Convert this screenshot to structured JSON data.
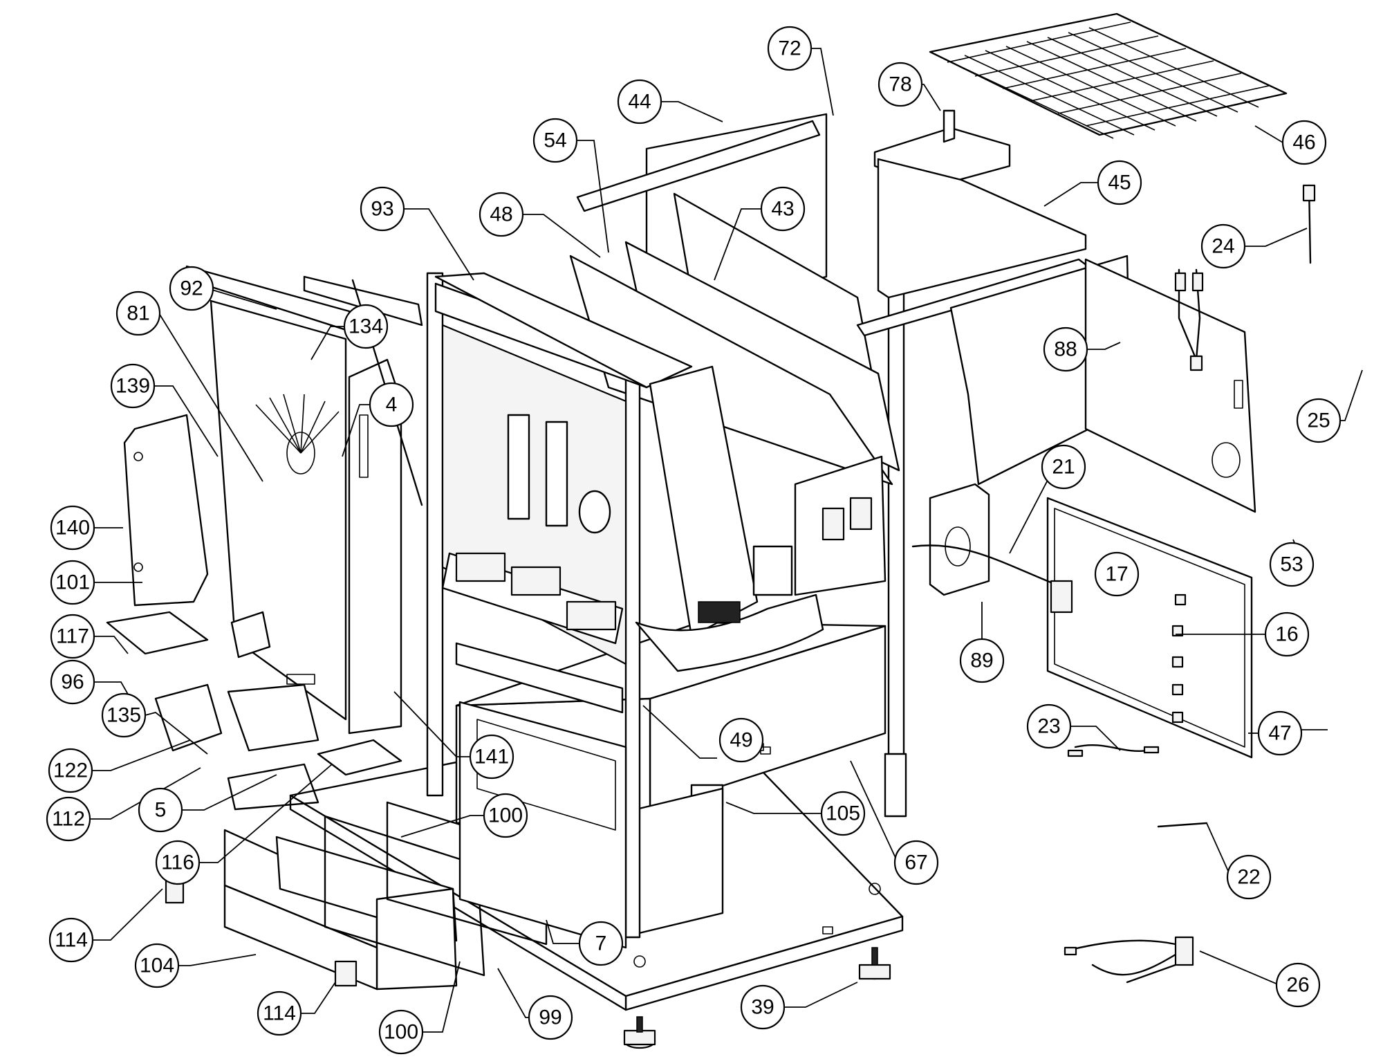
{
  "labels": [
    {
      "id": "72",
      "text": "72"
    },
    {
      "id": "44",
      "text": "44"
    },
    {
      "id": "78",
      "text": "78"
    },
    {
      "id": "46",
      "text": "46"
    },
    {
      "id": "54",
      "text": "54"
    },
    {
      "id": "45",
      "text": "45"
    },
    {
      "id": "93",
      "text": "93"
    },
    {
      "id": "48",
      "text": "48"
    },
    {
      "id": "43",
      "text": "43"
    },
    {
      "id": "24",
      "text": "24"
    },
    {
      "id": "92",
      "text": "92"
    },
    {
      "id": "81",
      "text": "81"
    },
    {
      "id": "134",
      "text": "134"
    },
    {
      "id": "88",
      "text": "88"
    },
    {
      "id": "139",
      "text": "139"
    },
    {
      "id": "4",
      "text": "4"
    },
    {
      "id": "25",
      "text": "25"
    },
    {
      "id": "21",
      "text": "21"
    },
    {
      "id": "140",
      "text": "140"
    },
    {
      "id": "53",
      "text": "53"
    },
    {
      "id": "17",
      "text": "17"
    },
    {
      "id": "101",
      "text": "101"
    },
    {
      "id": "117",
      "text": "117"
    },
    {
      "id": "16",
      "text": "16"
    },
    {
      "id": "89",
      "text": "89"
    },
    {
      "id": "96",
      "text": "96"
    },
    {
      "id": "135",
      "text": "135"
    },
    {
      "id": "49",
      "text": "49"
    },
    {
      "id": "23",
      "text": "23"
    },
    {
      "id": "47",
      "text": "47"
    },
    {
      "id": "141",
      "text": "141"
    },
    {
      "id": "122",
      "text": "122"
    },
    {
      "id": "112",
      "text": "112"
    },
    {
      "id": "5",
      "text": "5"
    },
    {
      "id": "105",
      "text": "105"
    },
    {
      "id": "100a",
      "text": "100"
    },
    {
      "id": "116",
      "text": "116"
    },
    {
      "id": "67",
      "text": "67"
    },
    {
      "id": "22",
      "text": "22"
    },
    {
      "id": "114a",
      "text": "114"
    },
    {
      "id": "7",
      "text": "7"
    },
    {
      "id": "104",
      "text": "104"
    },
    {
      "id": "26",
      "text": "26"
    },
    {
      "id": "114b",
      "text": "114"
    },
    {
      "id": "39",
      "text": "39"
    },
    {
      "id": "100b",
      "text": "100"
    },
    {
      "id": "99",
      "text": "99"
    }
  ]
}
